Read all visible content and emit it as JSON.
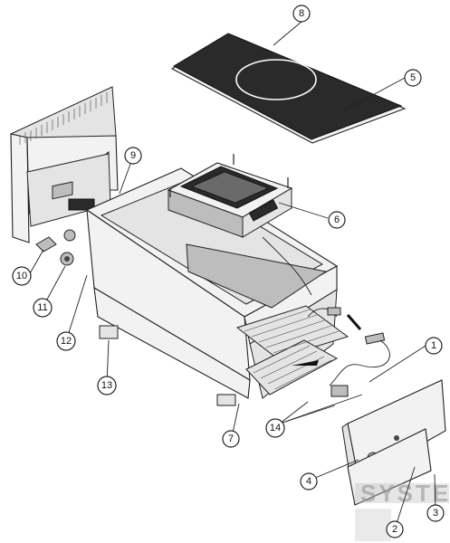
{
  "diagram": {
    "callouts": [
      {
        "id": "c8",
        "label": "8"
      },
      {
        "id": "c5",
        "label": "5"
      },
      {
        "id": "c9",
        "label": "9"
      },
      {
        "id": "c6",
        "label": "6"
      },
      {
        "id": "c10",
        "label": "10"
      },
      {
        "id": "c11",
        "label": "11"
      },
      {
        "id": "c12",
        "label": "12"
      },
      {
        "id": "c1",
        "label": "1"
      },
      {
        "id": "c13",
        "label": "13"
      },
      {
        "id": "c14",
        "label": "14"
      },
      {
        "id": "c7",
        "label": "7"
      },
      {
        "id": "c4",
        "label": "4"
      },
      {
        "id": "c2",
        "label": "2"
      },
      {
        "id": "c3",
        "label": "3"
      }
    ],
    "watermark": "SYSTEM",
    "colors": {
      "line": "#222222",
      "glass": "#2a2a2a",
      "background": "#ffffff"
    }
  }
}
